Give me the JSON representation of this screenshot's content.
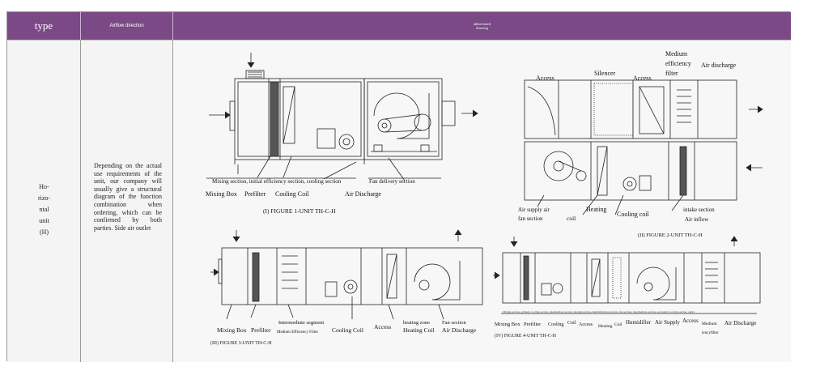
{
  "header": {
    "type": "type",
    "airflow": "Airflow direction",
    "drawing_line1": "abbreviated",
    "drawing_line2": "drawing"
  },
  "row": {
    "type_lines": [
      "Ho-",
      "rizo-",
      "ntal",
      "unit",
      "(H)"
    ],
    "description": "Depending on the actual use requirements of the unit, our company will usually give a structural diagram of the function combination when ordering, which can be confirmed by both parties. Side air outlet"
  },
  "figure1": {
    "caption": "(I) FIGURE 1-UNIT TH-C-H",
    "section_left": "Mixing section, initial efficiency section, cooling section",
    "section_right": "Fan delivery section",
    "label_mixing_box": "Mixing Box",
    "label_prefilter": "Prefilter",
    "label_cooling_coil": "Cooling Coil",
    "label_air_discharge": "Air Discharge"
  },
  "figure2": {
    "caption": "(II) FIGURE 2-UNIT TH-C-H",
    "label_access_1": "Access",
    "label_silencer": "Silencer",
    "label_access_2": "Access",
    "label_medium": "Medium",
    "label_efficiency": "efficiency",
    "label_filter": "filter",
    "label_air_discharge": "Air discharge",
    "label_air_supply": "Air supply air",
    "label_fan_section": "fan section",
    "label_coil": "coil",
    "label_heating": "Heating",
    "label_cooling_coil": "Cooling coil",
    "label_intake_section": "intake section",
    "label_air_inflow": "Air inflow"
  },
  "figure3": {
    "caption": "(III) FIGURE 3-UNIT TH-C-H",
    "label_intermediate": "Intermediate segment",
    "label_heating_zone": "heating zone",
    "label_fan_section": "Fan section",
    "label_mixing_box": "Mixing Box",
    "label_prefilter": "Prefilter",
    "label_medium_filter": "Medium Efficiency Filter",
    "label_cooling_coil": "Cooling Coil",
    "label_access": "Access",
    "label_heating_coil": "Heating Coil",
    "label_air_discharge": "Air Discharge"
  },
  "figure4": {
    "caption": "(IV) FIGURE 4-UNIT TH-C-H",
    "label_mixing_box": "Mixing Box",
    "label_prefilter": "Prefilter",
    "label_cooling": "Cooling",
    "label_coil_1": "Coil",
    "label_access_1": "Access",
    "label_heating": "Heating",
    "label_coil_2": "Coil",
    "label_humidifier": "Humidifier",
    "label_air_supply": "Air Supply",
    "label_access_2": "Access",
    "label_medium": "Medium",
    "label_efficiency_filter": "iencyfilter",
    "label_air_discharge": "Air Discharge"
  },
  "colors": {
    "header_bg": "#7b4a86",
    "header_text": "#ffffff",
    "cell_bg": "#f4f4f4",
    "line": "#222222"
  }
}
